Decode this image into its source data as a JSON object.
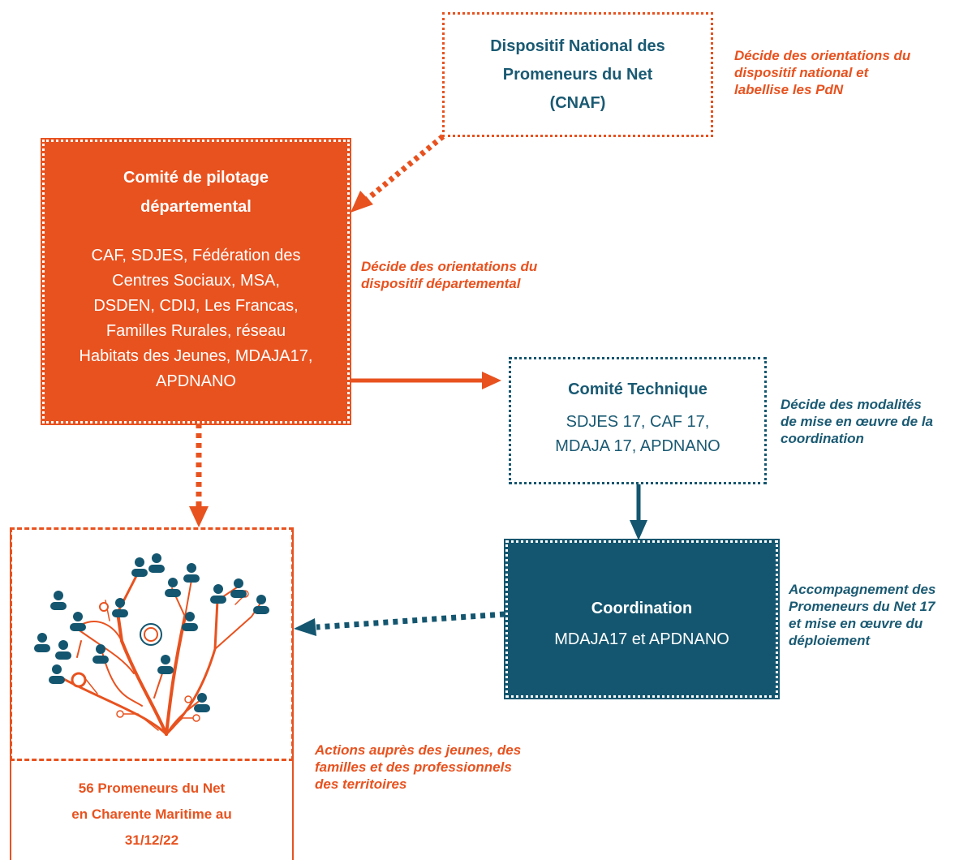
{
  "colors": {
    "orange": "#e8521f",
    "teal": "#14566f",
    "white": "#ffffff"
  },
  "national": {
    "title_lines": [
      "Dispositif National des",
      "Promeneurs du Net",
      "(CNAF)"
    ]
  },
  "national_note": {
    "lines": [
      "Décide des orientations du",
      "dispositif national et",
      "labellise les PdN"
    ]
  },
  "comite_pilotage": {
    "title_lines": [
      "Comité de pilotage",
      "départemental"
    ],
    "member_lines": [
      "CAF, SDJES, Fédération des",
      "Centres Sociaux, MSA,",
      "DSDEN, CDIJ, Les Francas,",
      "Familles Rurales, réseau",
      "Habitats des Jeunes, MDAJA17,",
      "APDNANO"
    ]
  },
  "pilotage_note": {
    "lines": [
      "Décide des orientations du",
      "dispositif départemental"
    ]
  },
  "comite_technique": {
    "title": "Comité Technique",
    "member_lines": [
      "SDJES 17, CAF 17,",
      "MDAJA 17, APDNANO"
    ]
  },
  "technique_note": {
    "lines": [
      "Décide des modalités",
      "de mise en œuvre de la",
      "coordination"
    ]
  },
  "coordination": {
    "title": "Coordination",
    "members": "MDAJA17 et APDNANO"
  },
  "coordination_note": {
    "lines": [
      "Accompagnement des",
      "Promeneurs du Net 17",
      "et mise en œuvre du",
      "déploiement"
    ]
  },
  "promeneurs": {
    "illustration_icon": "network-tree-people-icon",
    "caption_lines": [
      "56 Promeneurs du Net",
      "en Charente Maritime au",
      "31/12/22"
    ]
  },
  "promeneurs_note": {
    "lines": [
      "Actions auprès des jeunes, des",
      "familles et des professionnels",
      "des territoires"
    ]
  }
}
